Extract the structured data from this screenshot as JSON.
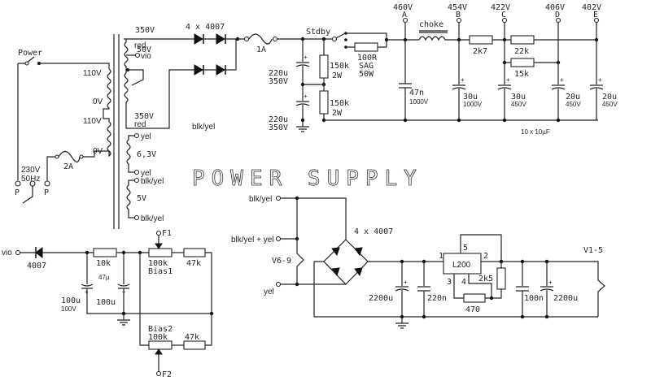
{
  "title": "POWER SUPPLY",
  "mains": {
    "switch_label": "Power",
    "voltage": "230V",
    "frequency": "50Hz",
    "fuse": "2A",
    "terminal_left": "P",
    "terminal_right": "P"
  },
  "primary": {
    "taps": [
      "110V",
      "0V",
      "110V",
      "0V"
    ]
  },
  "secondary": {
    "hv_top_voltage": "350V",
    "hv_top_color": "red",
    "bias_tap_voltage": "50V",
    "bias_tap_color": "vio",
    "hv_bottom_voltage": "350V",
    "hv_bottom_color": "red",
    "heater_voltage": "6,3V",
    "heater_wires": [
      "yel",
      "yel"
    ],
    "aux_voltage": "5V",
    "aux_wires": [
      "blk/yel",
      "blk/yel"
    ],
    "ct_note": "blk/yel"
  },
  "hv_supply": {
    "rectifier": "4 x 4007",
    "fuse": "1A",
    "standby_label": "Stdby",
    "sag_resistor": [
      "100R",
      "SAG",
      "50W"
    ],
    "reservoir_caps": [
      {
        "value": "220u",
        "voltage": "350V"
      },
      {
        "value": "220u",
        "voltage": "350V"
      }
    ],
    "bleeders": [
      {
        "value": "150k",
        "power": "2W"
      },
      {
        "value": "150k",
        "power": "2W"
      }
    ],
    "snubber": {
      "value": "47n",
      "voltage": "1000V"
    },
    "choke_label": "choke",
    "nodes": [
      {
        "id": "A",
        "voltage": "460V"
      },
      {
        "id": "B",
        "voltage": "454V"
      },
      {
        "id": "C",
        "voltage": "422V"
      },
      {
        "id": "D",
        "voltage": "406V"
      },
      {
        "id": "E",
        "voltage": "402V"
      }
    ],
    "resistors": [
      "2k7",
      "22k",
      "15k"
    ],
    "filter_caps": [
      {
        "value": "30u",
        "voltage": "1000V"
      },
      {
        "value": "30u",
        "voltage": "450V"
      },
      {
        "value": "20u",
        "voltage": "450V"
      },
      {
        "value": "20u",
        "voltage": "450V"
      }
    ],
    "cap_note": "10 x 10µF"
  },
  "bias_supply": {
    "input": "vio",
    "diode": "4007",
    "resistor": "10k",
    "caps": [
      {
        "value": "100u",
        "voltage": "100V"
      },
      {
        "value": "100u"
      }
    ],
    "cap_note": "47µ",
    "bias1": {
      "label": "Bias1",
      "pot": "100k",
      "resistor": "47k",
      "output": "F1"
    },
    "bias2": {
      "label": "Bias2",
      "pot": "100k",
      "resistor": "47k",
      "output": "F2"
    }
  },
  "heater_supply": {
    "inputs": [
      "blk/yel",
      "blk/yel + yel",
      "yel"
    ],
    "switch_label": "V6-9",
    "rectifier": "4 x 4007",
    "regulator": "L200",
    "pins": [
      "1",
      "2",
      "3",
      "4",
      "5"
    ],
    "input_caps": [
      "2200u",
      "220n"
    ],
    "resistors": [
      "2k5",
      "470"
    ],
    "output_caps": [
      "100n",
      "2200u"
    ],
    "output_label": "V1-5"
  }
}
